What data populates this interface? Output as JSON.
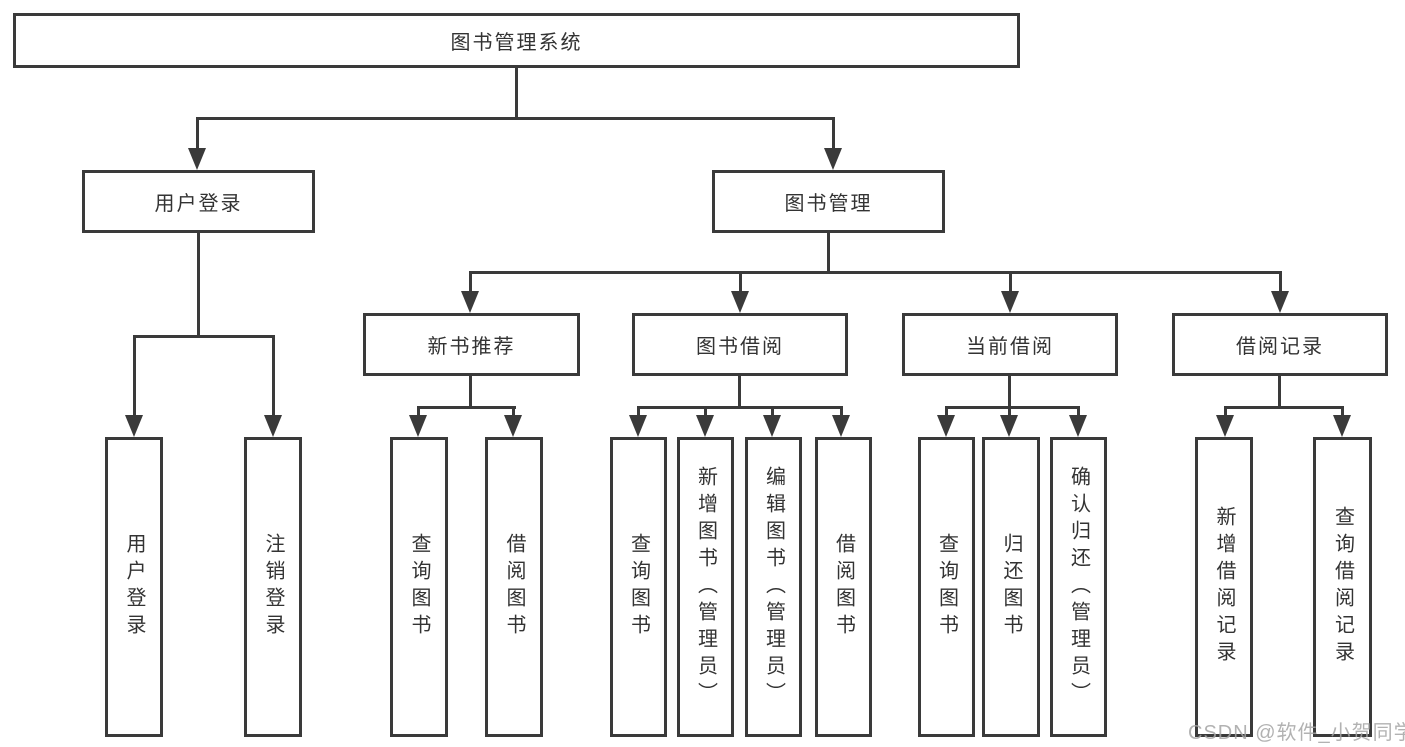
{
  "diagram": {
    "root": "图书管理系统",
    "level2": {
      "user_login": "用户登录",
      "book_mgmt": "图书管理"
    },
    "level3": {
      "new_books": "新书推荐",
      "book_borrow": "图书借阅",
      "current_borrow": "当前借阅",
      "borrow_records": "借阅记录"
    },
    "leaves": {
      "user_login": [
        "用户登录",
        "注销登录"
      ],
      "new_books": [
        "查询图书",
        "借阅图书"
      ],
      "book_borrow": [
        "查询图书",
        "新增图书（管理员）",
        "编辑图书（管理员）",
        "借阅图书"
      ],
      "current_borrow": [
        "查询图书",
        "归还图书",
        "确认归还（管理员）"
      ],
      "borrow_records": [
        "新增借阅记录",
        "查询借阅记录"
      ]
    },
    "colors": {
      "line": "#3a3a3a",
      "text": "#333333",
      "background": "#ffffff",
      "watermark": "#a4a4a4"
    }
  },
  "watermark": {
    "text": "CSDN @软件_小贺同学"
  }
}
